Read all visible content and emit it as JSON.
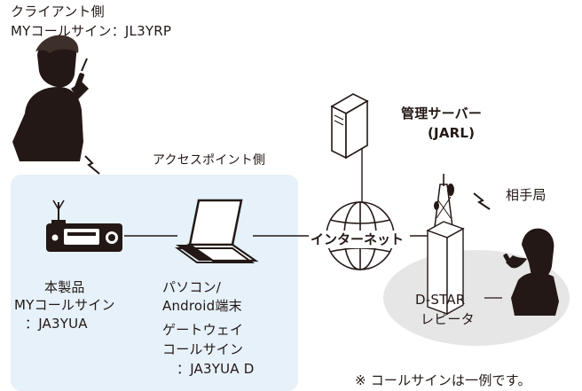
{
  "client": {
    "title": "クライアント側",
    "mycall": "MYコールサイン：JL3YRP"
  },
  "access_point": {
    "label": "アクセスポイント側",
    "device": {
      "name": "本製品",
      "mycall_label": "MYコールサイン",
      "mycall_value": "：JA3YUA"
    },
    "pc": {
      "line1": "パソコン/",
      "line2": "Android端末",
      "gw_line1": "ゲートウェイ",
      "gw_line2": "コールサイン",
      "gw_value": "：JA3YUA D"
    }
  },
  "internet": {
    "label": "インターネット"
  },
  "server": {
    "line1": "管理サーバー",
    "line2": "(JARL)"
  },
  "peer": {
    "label": "相手局"
  },
  "repeater": {
    "line1": "D-STAR",
    "line2": "レピータ"
  },
  "footnote": "※ コールサインは一例です。",
  "colors": {
    "ap_zone": "#e6f1fa",
    "repeater_zone": "#e6e6e6",
    "line": "#231815"
  }
}
